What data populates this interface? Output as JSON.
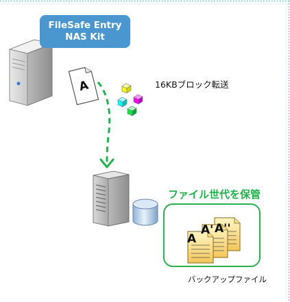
{
  "product": {
    "line1": "FileSafe Entry",
    "line2": "NAS Kit"
  },
  "transfer": {
    "label": "16KBブロック転送",
    "block_colors": [
      "#ffff00",
      "#ff00ff",
      "#00ffff",
      "#00ee44"
    ]
  },
  "source_document": {
    "letter": "A"
  },
  "generations": {
    "title": "ファイル世代を保管",
    "files": [
      "A",
      "A'",
      "A''"
    ]
  },
  "backup_files_label": "バックアップファイル",
  "colors": {
    "product_box": "#4a96cf",
    "arrow": "#22b14c",
    "generation_border": "#28b04b",
    "generation_title": "#21b14b",
    "frame_dots": "#3cb8a8"
  }
}
